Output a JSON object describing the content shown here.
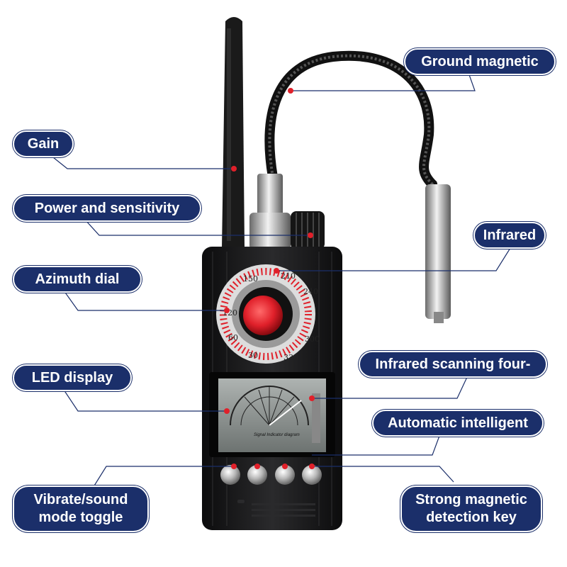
{
  "callouts": {
    "gain": "Gain",
    "power_sensitivity": "Power and sensitivity",
    "azimuth_dial": "Azimuth dial",
    "led_display": "LED display",
    "vibrate_sound_line1": "Vibrate/sound",
    "vibrate_sound_line2": "mode toggle",
    "ground_magnetic": "Ground magnetic",
    "infrared": "Infrared",
    "infrared_scanning": "Infrared scanning four-",
    "automatic_intelligent": "Automatic intelligent",
    "strong_magnetic_line1": "Strong magnetic",
    "strong_magnetic_line2": "detection key"
  },
  "dial": {
    "ticks": [
      "150",
      "210",
      "240",
      "300",
      "330",
      "30",
      "60",
      "120"
    ]
  },
  "screen": {
    "caption": "Signal Indicator diagram"
  },
  "colors": {
    "label_bg": "#1b2f6a",
    "label_text": "#ffffff",
    "leader_line": "#1b2f6a",
    "accent_red": "#e0202a",
    "device_body": "#1c1c1e"
  }
}
